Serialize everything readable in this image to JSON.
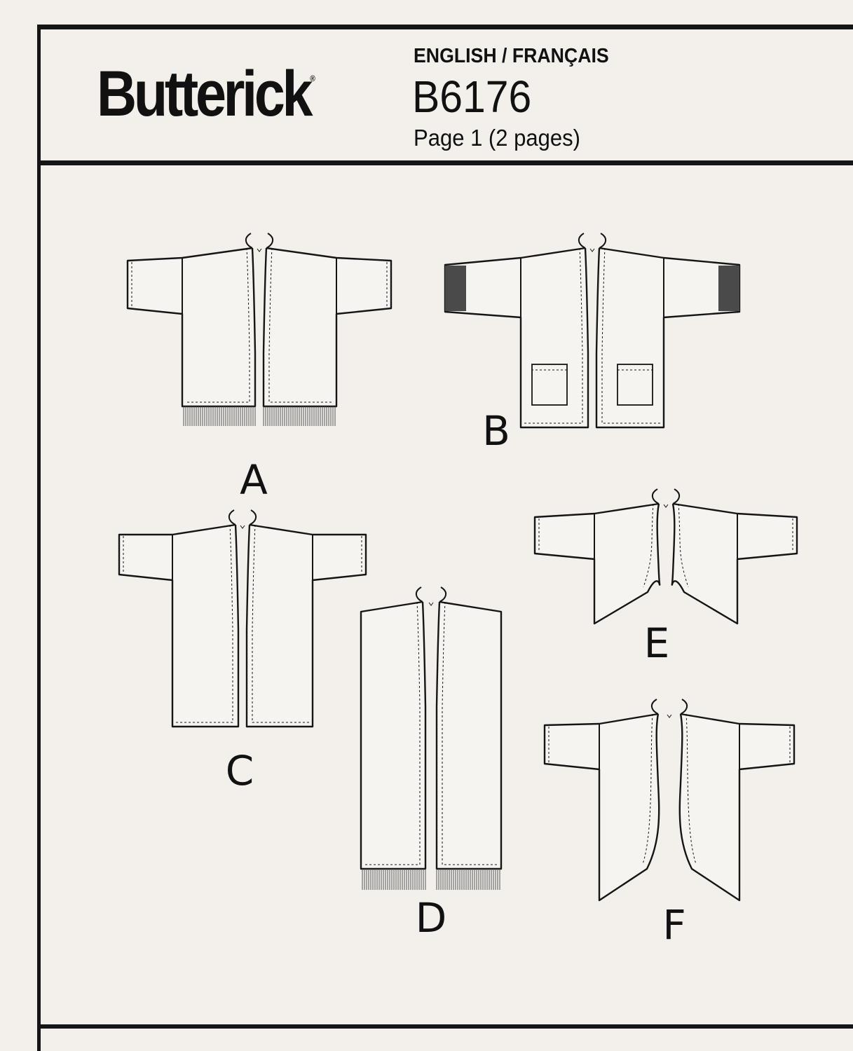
{
  "header": {
    "brand": "Butterick",
    "language": "ENGLISH / FRANÇAIS",
    "pattern_number": "B6176",
    "page_info": "Page 1 (2 pages)"
  },
  "views": [
    {
      "label": "A",
      "style": "short sleeve jacket with fringe hem"
    },
    {
      "label": "B",
      "style": "jacket with cuffs and patch pockets"
    },
    {
      "label": "C",
      "style": "short sleeve jacket"
    },
    {
      "label": "D",
      "style": "long sleeveless vest with fringe hem"
    },
    {
      "label": "E",
      "style": "cropped jacket with curved front"
    },
    {
      "label": "F",
      "style": "jacket with curved front"
    }
  ],
  "colors": {
    "ink": "#151515",
    "paper": "#f3f0ec"
  }
}
